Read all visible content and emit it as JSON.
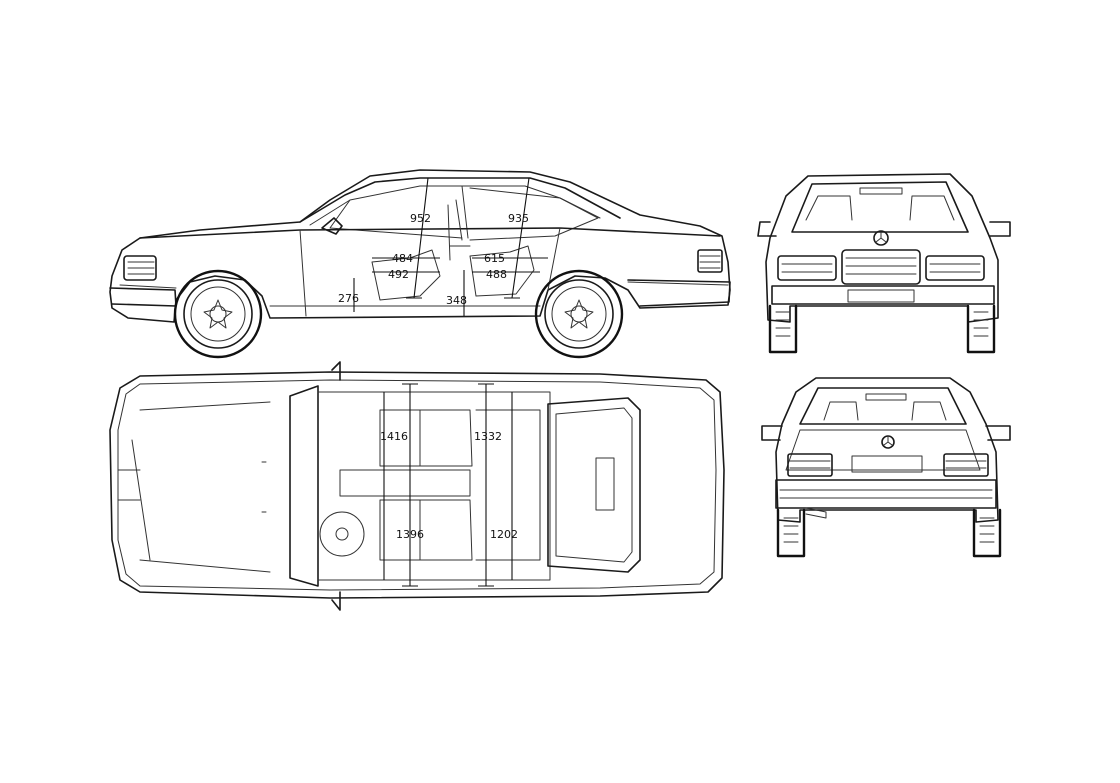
{
  "views": {
    "side": {
      "dims": {
        "head_front": "952",
        "head_rear": "935",
        "legroom_a": "484",
        "legroom_b": "492",
        "legroom_c": "615",
        "legroom_d": "488",
        "seat_front": "276",
        "seat_rear": "348"
      }
    },
    "top": {
      "dims": {
        "shoulder_front": "1416",
        "shoulder_rear": "1332",
        "hip_front": "1396",
        "hip_rear": "1202"
      }
    }
  },
  "badge_icon": "star-emblem-icon"
}
